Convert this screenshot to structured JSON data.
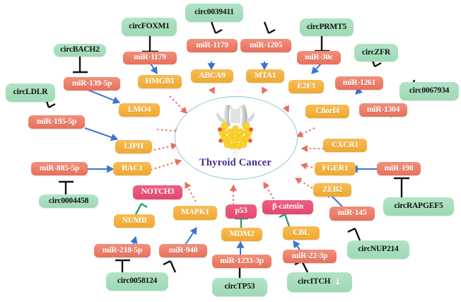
{
  "figure": {
    "center_label": "Thyroid Cancer",
    "center_icon": "thyroid-gland-icon",
    "accent_colors": {
      "circrna": "#9ed9b5",
      "mirna": "#e8705c",
      "gene": "#efa82f",
      "pink_gene": "#e34870",
      "oval_border": "#8fc4d8",
      "center_text": "#4b2d8f",
      "activation_arrow": "#3b74cf",
      "promote_dotted_arrow": "#e8705c",
      "inhibition_bar": "#111111",
      "green_inhibition": "#2e9e6b"
    }
  },
  "nodes": {
    "circBACH2": "circBACH2",
    "circFOXM1": "circFOXM1",
    "circ0039411": "circ0039411",
    "circPRMT5": "circPRMT5",
    "circZFR": "circZFR",
    "circLDLR": "circLDLR",
    "circ0067934": "circ0067934",
    "circ0004458": "circ0004458",
    "circ0058124": "circ0058124",
    "circTP53": "circTP53",
    "circITCH": "circITCH",
    "circNUP214": "circNUP214",
    "circRAPGEF5": "circRAPGEF5",
    "miR1179a": "miR-1179",
    "miR1179b": "miR-1179",
    "miR1205": "miR-1205",
    "miR30c": "miR-30c",
    "miR1261": "miR-1261",
    "miR139": "miR-139-5p",
    "miR195": "miR-195-5p",
    "miR885": "miR-885-5p",
    "miR1304": "miR-1304",
    "miR198": "miR-198",
    "miR145": "miR-145",
    "miR218": "miR-218-5p",
    "miR940": "miR-940",
    "miR1233": "miR-1233-3p",
    "miR22": "miR-22-3p",
    "HMGB1": "HMGB1",
    "ABCA9": "ABCA9",
    "MTA1": "MTA1",
    "E2F3": "E2F3",
    "C8orf4": "C8orf4",
    "LMO4": "LMO4",
    "LIPH": "LIPH",
    "RAC1": "RAC1",
    "CXCR1": "CXCR1",
    "FGER1": "FGER1",
    "ZEB2": "ZEB2",
    "NOTCH3": "NOTCH3",
    "NUMB": "NUMB",
    "MAPK1": "MAPK1",
    "p53": "p53",
    "MDM2": "MDM2",
    "betacatenin": "β-catenin",
    "CBL": "CBL",
    "circITCH_arrow": "↓"
  }
}
